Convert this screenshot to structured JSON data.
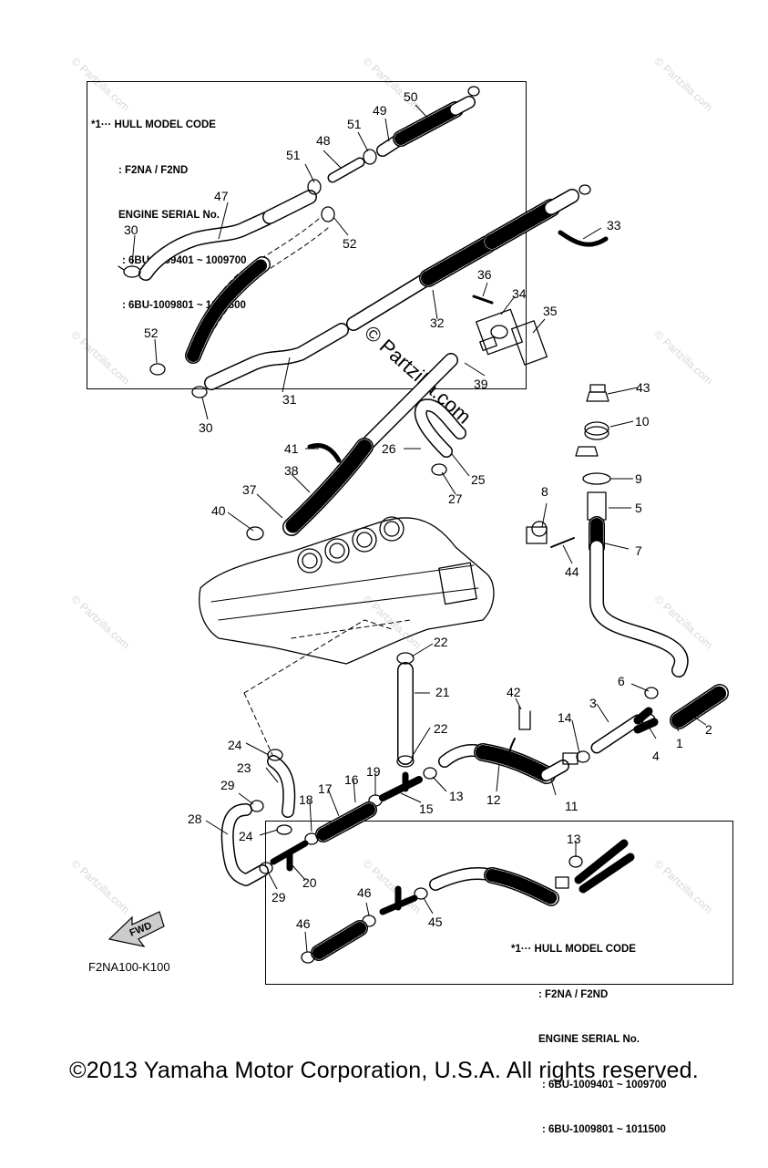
{
  "hull_note_top": {
    "line1": "*1··· HULL MODEL CODE",
    "line2": ": F2NA / F2ND",
    "line3": "ENGINE SERIAL No.",
    "line4": ": 6BU-1009401 ~ 1009700",
    "line5": ": 6BU-1009801 ~ 1011500"
  },
  "hull_note_bottom": {
    "line1": "*1··· HULL MODEL CODE",
    "line2": ": F2NA / F2ND",
    "line3": "ENGINE SERIAL No.",
    "line4": ": 6BU-1009401 ~ 1009700",
    "line5": ": 6BU-1009801 ~ 1011500"
  },
  "fwd_label": "FWD",
  "diagram_code": "F2NA100-K100",
  "watermark": "© Partzilla.com",
  "watermark_small": "© Partzilla.com",
  "copyright": "©2013 Yamaha Motor Corporation, U.S.A. All rights reserved.",
  "callouts": [
    "1",
    "2",
    "3",
    "4",
    "5",
    "6",
    "7",
    "8",
    "9",
    "10",
    "11",
    "12",
    "13",
    "14",
    "15",
    "16",
    "17",
    "18",
    "19",
    "20",
    "21",
    "22",
    "23",
    "24",
    "25",
    "26",
    "27",
    "28",
    "29",
    "30",
    "31",
    "32",
    "33",
    "34",
    "35",
    "36",
    "37",
    "38",
    "39",
    "40",
    "41",
    "42",
    "43",
    "44",
    "45",
    "46",
    "47",
    "48",
    "49",
    "50",
    "51",
    "52"
  ]
}
